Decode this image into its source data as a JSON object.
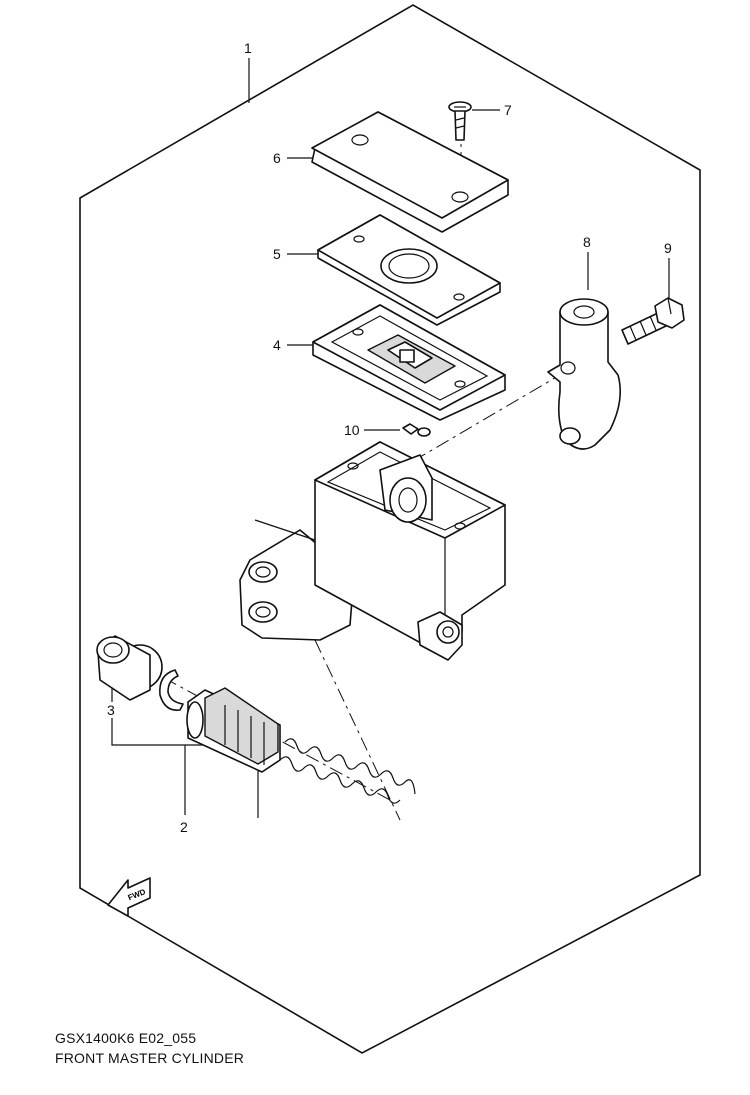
{
  "callouts": {
    "c1": "1",
    "c2": "2",
    "c3": "3",
    "c4": "4",
    "c5": "5",
    "c6": "6",
    "c7": "7",
    "c8": "8",
    "c9": "9",
    "c10": "10"
  },
  "fwd_label": "FWD",
  "captions": {
    "code": "GSX1400K6 E02_055",
    "title": "FRONT MASTER CYLINDER"
  }
}
